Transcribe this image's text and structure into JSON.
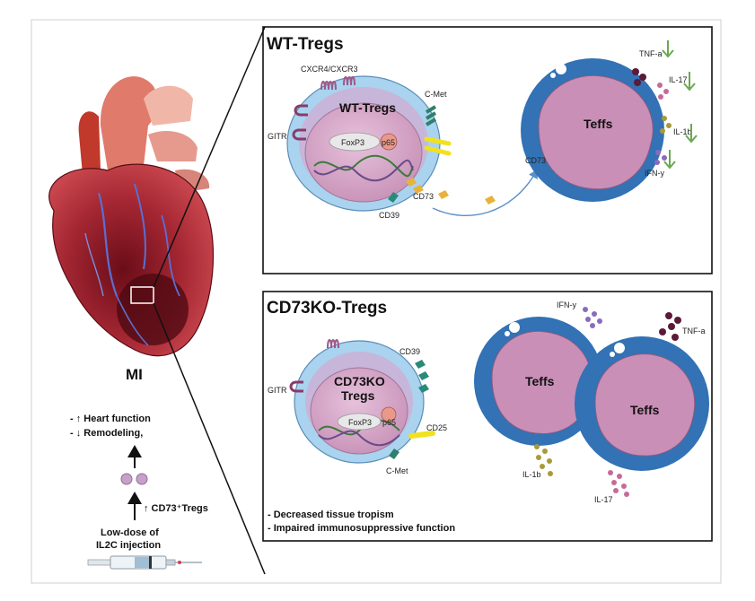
{
  "header_text": "",
  "left": {
    "mi_label": "MI",
    "heart_function": "- ↑ Heart function",
    "remodeling": "- ↓ Remodeling,",
    "cd73_tregs": "↑ CD73⁺Tregs",
    "dose_line1": "Low-dose of",
    "dose_line2": "IL2C injection"
  },
  "wt_panel": {
    "title": "WT-Tregs",
    "cell_title": "WT-Tregs",
    "cxcr": "CXCR4/CXCR3",
    "cmet": "C-Met",
    "gitr": "GITR",
    "foxp3": "FoxP3",
    "p65": "p65",
    "cd73": "CD73",
    "cd39": "CD39",
    "cd73_teff": "CD73",
    "teffs": "Teffs",
    "tnf": "TNF-a",
    "il17": "IL-17",
    "il1b": "IL-1b",
    "ifn": "IFN-y"
  },
  "ko_panel": {
    "title": "CD73KO-Tregs",
    "cell_title_1": "CD73KO",
    "cell_title_2": "Tregs",
    "cd39": "CD39",
    "gitr": "GITR",
    "foxp3": "FoxP3",
    "p65": "p65",
    "cd25": "CD25",
    "cmet": "C-Met",
    "teffs_1": "Teffs",
    "teffs_2": "Teffs",
    "ifn": "IFN-y",
    "tnf": "TNF-a",
    "il1b": "IL-1b",
    "il17": "IL-17",
    "note1": "- Decreased tissue tropism",
    "note2": "- Impaired immunosuppressive function"
  },
  "colors": {
    "membrane": "#a9d3ee",
    "cytoplasm": "#c7b6d9",
    "nucleus": "#d7a8c9",
    "teff_ring": "#3272b5",
    "teff_core": "#c98fb7",
    "heart": "#9b1f2d",
    "arrow_green": "#6aa84f"
  }
}
